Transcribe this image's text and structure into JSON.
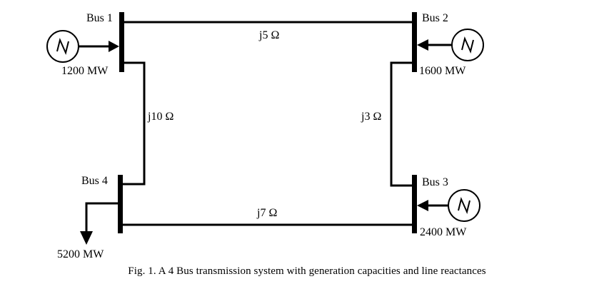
{
  "figure": {
    "caption": "Fig. 1. A 4 Bus transmission system with generation capacities and line reactances",
    "background_color": "#ffffff",
    "line_color": "#000000"
  },
  "buses": [
    {
      "id": "bus1",
      "label": "Bus 1",
      "capacity": "1200 MW",
      "has_generator": true,
      "generator_icon": "ac-source-icon",
      "generator_direction": "into-bus"
    },
    {
      "id": "bus2",
      "label": "Bus 2",
      "capacity": "1600 MW",
      "has_generator": true,
      "generator_icon": "ac-source-icon",
      "generator_direction": "into-bus"
    },
    {
      "id": "bus3",
      "label": "Bus 3",
      "capacity": "2400 MW",
      "has_generator": true,
      "generator_icon": "ac-source-icon",
      "generator_direction": "into-bus"
    },
    {
      "id": "bus4",
      "label": "Bus 4",
      "capacity": "5200 MW",
      "has_generator": false,
      "load_icon": "load-arrow-icon",
      "load_direction": "out-of-bus"
    }
  ],
  "lines": [
    {
      "id": "line-1-2",
      "from": "Bus 1",
      "to": "Bus 2",
      "reactance": "j5 Ω"
    },
    {
      "id": "line-1-4",
      "from": "Bus 1",
      "to": "Bus 4",
      "reactance": "j10 Ω"
    },
    {
      "id": "line-2-3",
      "from": "Bus 2",
      "to": "Bus 3",
      "reactance": "j3 Ω"
    },
    {
      "id": "line-4-3",
      "from": "Bus 4",
      "to": "Bus 3",
      "reactance": "j7 Ω"
    }
  ]
}
